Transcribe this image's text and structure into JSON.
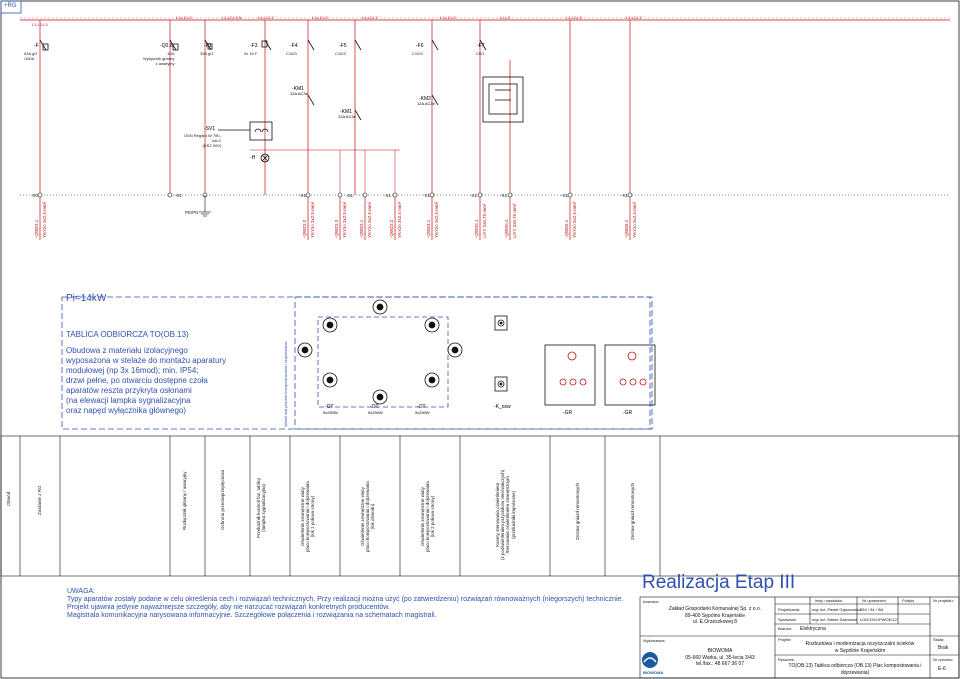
{
  "sheet_marker": "+RG",
  "power": "Pi=14kW",
  "wire_labels_top": [
    "L1,L2,L3",
    "L1,L2,L3",
    "L1,L2,L3,N",
    "L1,L2,L3",
    "L1,L2,L3",
    "L1,L2,L3",
    "L1,L2,L3",
    "L1,L3",
    "L1,L2,L3",
    "L1,L2,L3"
  ],
  "components_top": [
    {
      "tag": "-F",
      "sub": "63A gG\n/160A"
    },
    {
      "tag": "-Q0.8",
      "sub": "40A\nWyłącznik główny\nz awaryjny"
    },
    {
      "tag": "-F1",
      "sub": "35A gG"
    },
    {
      "tag": "-F3",
      "sub": "3x 16 F"
    },
    {
      "tag": "-F4",
      "sub": "C10/3"
    },
    {
      "tag": "-F5",
      "sub": "C10/3"
    },
    {
      "tag": "-F6",
      "sub": "C10/3"
    },
    {
      "tag": "-F7",
      "sub": "C6/1"
    }
  ],
  "contactors": [
    {
      "tag": "-KM1",
      "sub": "12A AC3e"
    },
    {
      "tag": "-KM1",
      "sub": "12A AC3e"
    },
    {
      "tag": "-KM2",
      "sub": "12A AC3e"
    }
  ],
  "sv": {
    "tag": "-SV1",
    "sub": "OSN Regard W 780-\nkat.2\n(DSZ 900)"
  },
  "lamp": "-H",
  "terminals": [
    "-X0",
    "-X1",
    "-X1",
    "-X1",
    "-X1",
    "-X1",
    "-X1",
    "-X1",
    "-X1",
    "-X1"
  ],
  "terminal_small": "PE/PN",
  "cables": [
    {
      "tag": "-QWZ3.1",
      "spec": "YKYżo 3x2,5 mm²"
    },
    {
      "tag": "-QWZ3.2",
      "spec": "YKYżo 3x2,5 mm²"
    },
    {
      "tag": "-QWZ3.3",
      "spec": "YKYżo 3x2,5 mm²"
    },
    {
      "tag": "-QWZ3.1",
      "spec": "YKYżo 3x2,5 mm²"
    },
    {
      "tag": "-QWZ3.2",
      "spec": "YKYżo 3x2,5 mm²"
    },
    {
      "tag": "-QWZ4.1",
      "spec": "YKYżo 3x2,5 mm²"
    },
    {
      "tag": "-QWS5.1",
      "spec": "LiYY 2x0,75 mm²"
    },
    {
      "tag": "-QWS5.2",
      "spec": "LiYY 2x0,75 mm²"
    },
    {
      "tag": "-QWZ6.1",
      "spec": "YKYżo 3x2,5 mm²"
    },
    {
      "tag": "-QWZ6.2",
      "spec": "YKYżo 3x2,5 mm²"
    }
  ],
  "board": {
    "title": "TABLICA ODBIORCZA TO(OB.13)",
    "description": "Obudowa z materiału izolacyjnego\nwyposażona w stelaże do montażu aparatury\nmodułowej (np 3x 16mod); min. IP54;\ndrzwi pełne, po otwarciu dostępne czoła\naparatów reszta przykryta osłonami\n(na elewacji lampka sygnalizacyjna\noraz napęd wyłącznika głównego)",
    "side_label": "Widok wał placem kompostowania i dojrzewania"
  },
  "field_devices": [
    {
      "tag": "-OT",
      "sub": "9x250W"
    },
    {
      "tag": "-OT",
      "sub": "9x250W"
    },
    {
      "tag": "-OT",
      "sub": "9x250W"
    },
    {
      "tag": "-K_osw",
      "sub": ""
    },
    {
      "tag": "-GR",
      "sub": ""
    },
    {
      "tag": "-GR",
      "sub": ""
    }
  ],
  "circuit_descriptions": [
    "Obwód",
    "Zasilanie z RG",
    "Rozłącznik główny / awaryjny",
    "Ochrona przeciwprzepięciowa",
    "Przekaźnik kontroli faz, tablicy\n(lampka sygnalizacyjna)",
    "Oświetlenie zewnętrzne wiaty\nplacu kompostowania i dojrzewania\n(lok 1 połowa strony)",
    "Oświetlenie zewnętrzne wiaty\nplacu kompostowania i dojrzewania\n(lok obwodu)",
    "Oświetlenie zewnętrzne wiaty\nplacu kompostowania i dojrzewania\n(lok 2 połowa strony)",
    "Kasety sterowania oświetleniem\n(z podświetleniem przycisków sterowniczych)\nSterowanie oświetleniem zewnętrznym\n(przekaźniki impulsowe)",
    "Zestaw gniazd remontowych",
    "Zestaw gniazd remontowych"
  ],
  "notes": [
    "UWAGA:",
    "Typy aparatów zostały podane w celu określenia cech i rozwiązań technicznych. Przy realizacji można użyć (po zatwierdzeniu) rozwiązań równoważnych (niegorszych) technicznie.",
    "Projekt ujawnia jedynie najważniejsze szczegóły, aby nie narzucać rozwiązań konkretnych producentów.",
    "Magistrala komunikacyjna narysowana informacyjnie. Szczegółowe połączenia i rozwiązania na schematach magistrali."
  ],
  "stage_title": "Realizacja Etap III",
  "title_block": {
    "investor_label": "Inwestor:",
    "investor": "Zakład Gospodarki Komunalnej Sp. z o.o.\n89-400 Sępólno Krajeńskie\nul. E.Orzeszkowej 8",
    "contractor_label": "Wykonawca:",
    "contractor": "BIOWOMA\n05-660 Warka, ul. 35-lecia 3/43\ntel./fax.: 48 667 36 07",
    "logo": "BIOWOMA",
    "col_headers": [
      "Imię i nazwisko",
      "Nr uprawnień",
      "Podpis",
      "Nr projektu:"
    ],
    "rows": [
      {
        "role": "Projektował:",
        "name": "mgr inż. Paweł Gajsorowicz",
        "license": "554 / 94 / WŁ"
      },
      {
        "role": "Sprawdził:",
        "name": "mgr inż. Marek Szamocki",
        "license": "LOD/1911/PWOE/12"
      }
    ],
    "branch_label": "Branża:",
    "branch": "Elektryczna",
    "project_label": "Projekt:",
    "project": "Rozbudowa i modernizacja oczyszczalni ścieków\nw Sępólnie Krajeńskim",
    "drawing_label": "Rysunek:",
    "drawing": "TO(OB.13) Tablica odbiorcza (OB.13) Plac kompostowania i\ndojrzewania)",
    "scale_label": "Skala:",
    "scale": "Brak",
    "sheet_label": "Nr rysunku:",
    "sheet": "E-6"
  }
}
